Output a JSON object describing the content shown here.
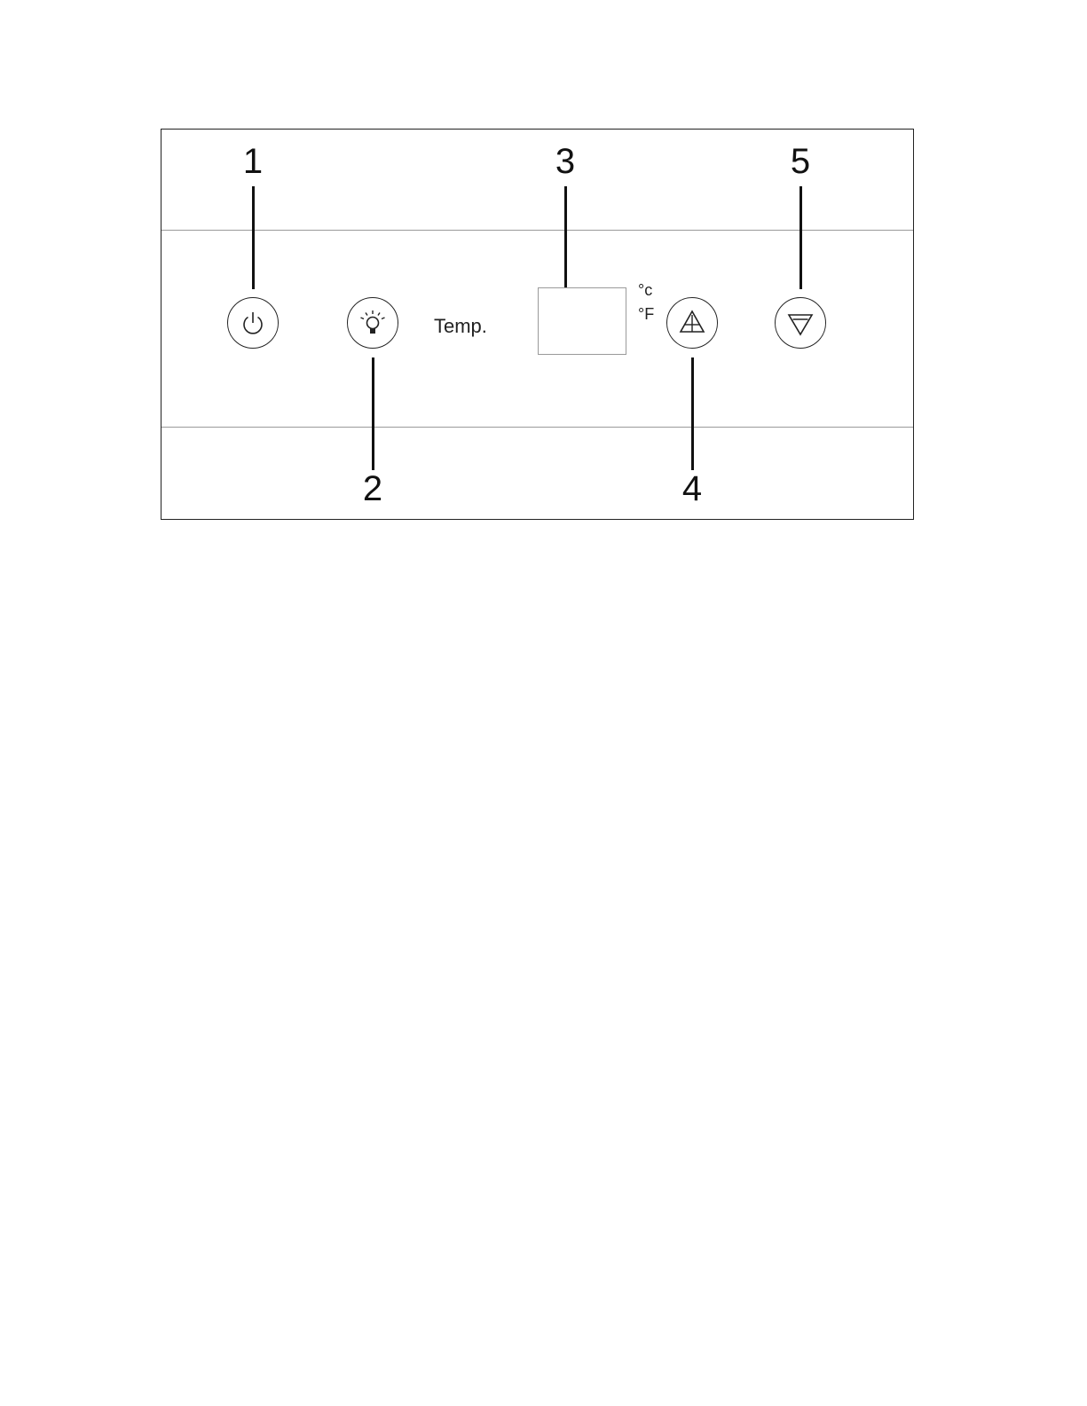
{
  "callouts": [
    "1",
    "2",
    "3",
    "4",
    "5"
  ],
  "panel": {
    "temp_label": "Temp.",
    "unit_c": "°c",
    "unit_f": "°F",
    "buttons": [
      {
        "icon": "power-icon"
      },
      {
        "icon": "light-bulb-icon"
      },
      {
        "icon": "up-triangle-icon"
      },
      {
        "icon": "down-triangle-icon"
      }
    ]
  },
  "colors": {
    "line": "#111111",
    "divider": "#9a9a9a",
    "background": "#ffffff"
  }
}
